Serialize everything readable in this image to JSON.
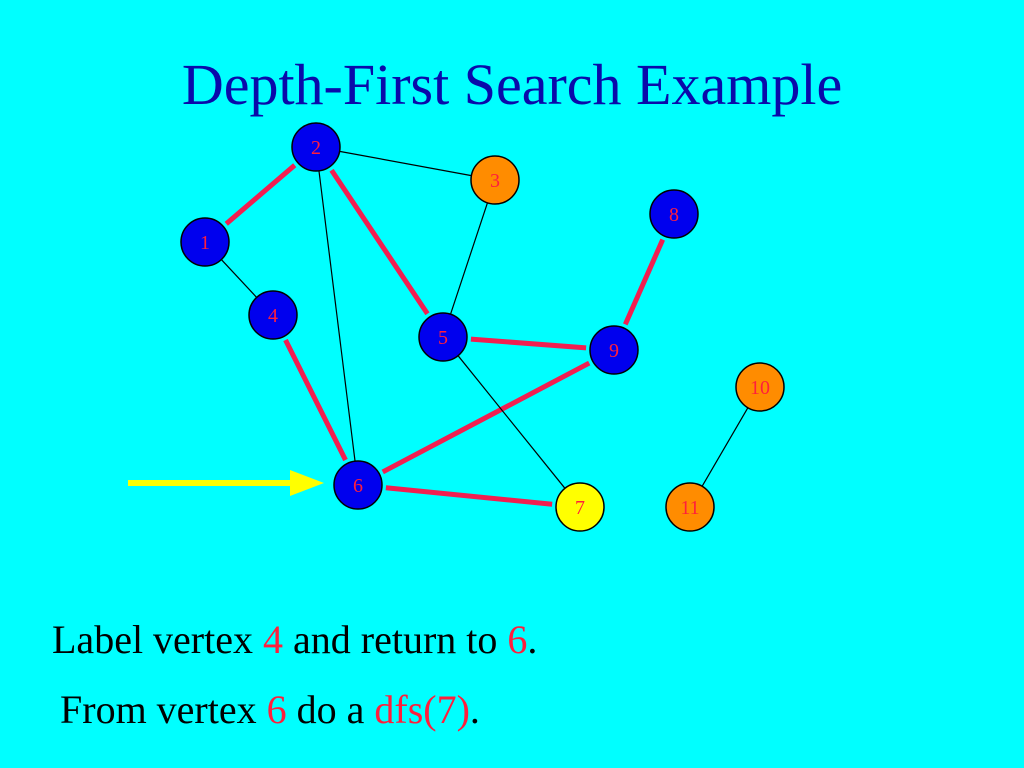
{
  "slide": {
    "title": "Depth-First Search Example",
    "background": "#00FFFF",
    "title_color": "#0A0AAA"
  },
  "graph": {
    "colors": {
      "visited": "#0000EE",
      "in_progress": "#FF8C00",
      "current": "#FFFF00",
      "label": "#FF1E3C",
      "tree_edge": "#F21E50",
      "plain_edge": "#000000",
      "arrow": "#FFFF00"
    },
    "vertices": [
      {
        "id": "1",
        "state": "visited"
      },
      {
        "id": "2",
        "state": "visited"
      },
      {
        "id": "3",
        "state": "in_progress"
      },
      {
        "id": "4",
        "state": "visited"
      },
      {
        "id": "5",
        "state": "visited"
      },
      {
        "id": "6",
        "state": "visited"
      },
      {
        "id": "7",
        "state": "current"
      },
      {
        "id": "8",
        "state": "visited"
      },
      {
        "id": "9",
        "state": "visited"
      },
      {
        "id": "10",
        "state": "in_progress"
      },
      {
        "id": "11",
        "state": "in_progress"
      }
    ],
    "edges": [
      {
        "from": "1",
        "to": "2",
        "tree": true
      },
      {
        "from": "2",
        "to": "5",
        "tree": true
      },
      {
        "from": "5",
        "to": "9",
        "tree": true
      },
      {
        "from": "9",
        "to": "8",
        "tree": true
      },
      {
        "from": "9",
        "to": "6",
        "tree": true
      },
      {
        "from": "6",
        "to": "4",
        "tree": true
      },
      {
        "from": "6",
        "to": "7",
        "tree": true
      },
      {
        "from": "2",
        "to": "3",
        "tree": false
      },
      {
        "from": "3",
        "to": "5",
        "tree": false
      },
      {
        "from": "1",
        "to": "4",
        "tree": false
      },
      {
        "from": "2",
        "to": "6",
        "tree": false
      },
      {
        "from": "5",
        "to": "7",
        "tree": false
      },
      {
        "from": "10",
        "to": "11",
        "tree": false
      }
    ],
    "arrow_target": "6"
  },
  "captions": {
    "line1": {
      "before": "Label vertex ",
      "highlight1": "4",
      "middle": " and return to ",
      "highlight2": "6",
      "after": "."
    },
    "line2": {
      "before": "From vertex ",
      "highlight1": "6",
      "middle": " do a ",
      "highlight2": "dfs(7)",
      "after": "."
    },
    "highlight_color": "#FF1E3C"
  }
}
